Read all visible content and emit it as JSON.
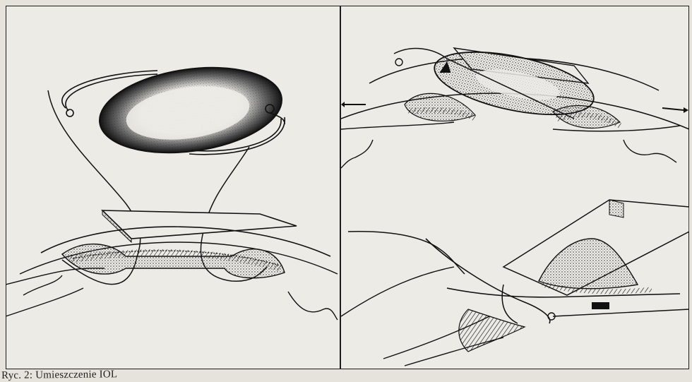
{
  "figure": {
    "caption": "Ryc. 2: Umieszczenie IOL",
    "panels": [
      {
        "id": "left",
        "content": "illustration"
      },
      {
        "id": "right",
        "content": "illustration"
      }
    ]
  },
  "colors": {
    "paper": "#ecebe6",
    "ink": "#1c1c1c",
    "background": "#e6e3dc"
  }
}
